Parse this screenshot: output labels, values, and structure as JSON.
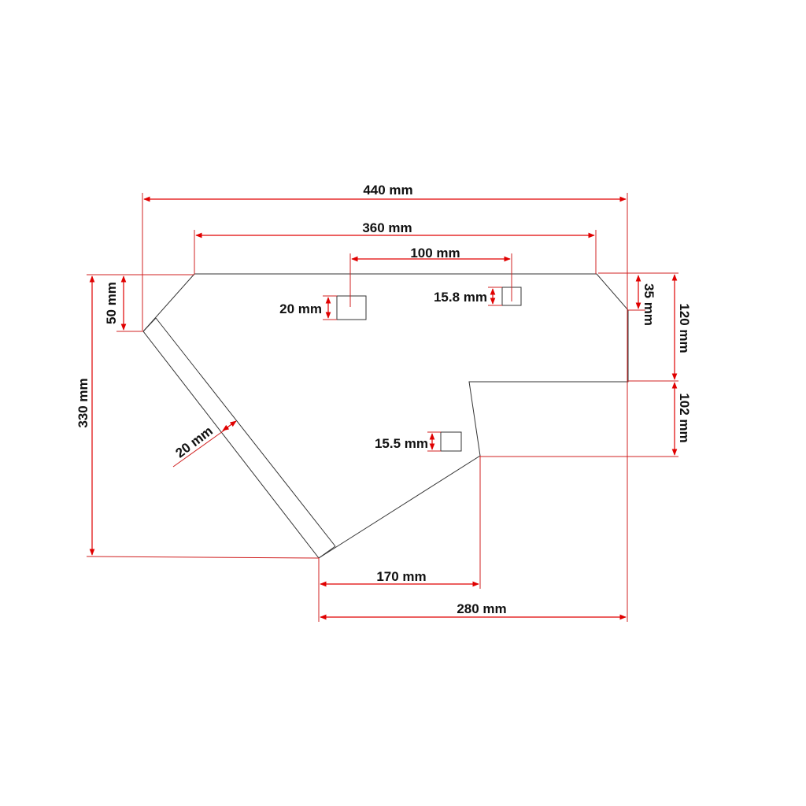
{
  "colors": {
    "dimension": "#e00000",
    "outline": "#333333",
    "background": "#ffffff"
  },
  "dimensions": {
    "overall_width": "440 mm",
    "top_width": "360 mm",
    "hole_spacing": "100 mm",
    "hole_left": "20 mm",
    "hole_right": "15.8 mm",
    "hole_bottom": "15.5 mm",
    "left_chamfer": "50 mm",
    "overall_height": "330 mm",
    "strip_width": "20 mm",
    "right_chamfer": "35 mm",
    "right_upper_height": "120 mm",
    "notch_height": "102 mm",
    "bottom_inner": "170 mm",
    "bottom_width": "280 mm"
  }
}
